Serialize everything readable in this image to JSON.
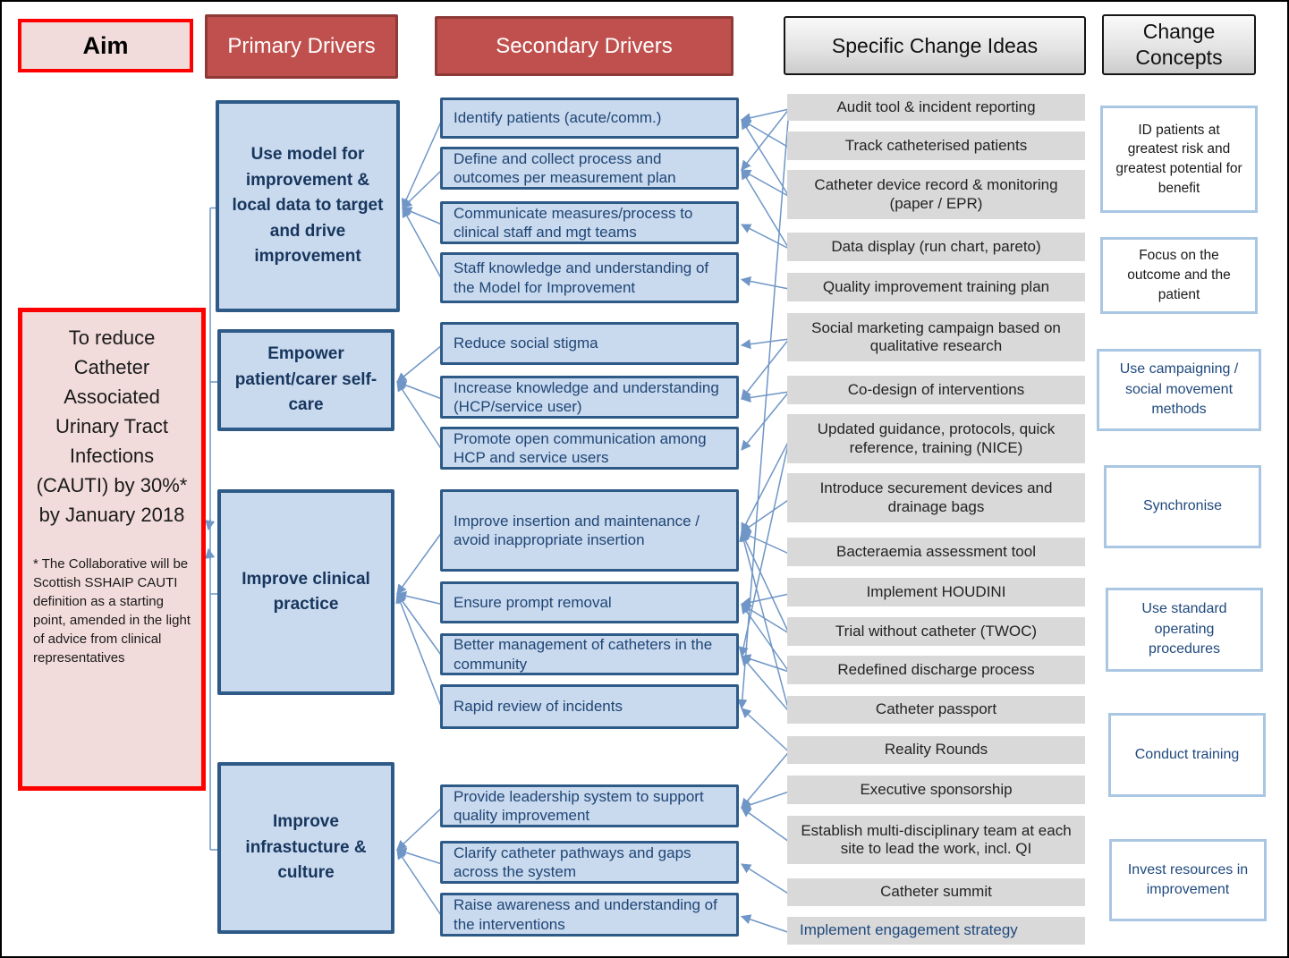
{
  "headers": {
    "aim": "Aim",
    "primary": "Primary Drivers",
    "secondary": "Secondary Drivers",
    "ideas": "Specific Change Ideas",
    "concepts": "Change Concepts"
  },
  "aim": {
    "goal": "To reduce Catheter Associated Urinary Tract Infections (CAUTI) by 30%* by January 2018",
    "footnote": "* The Collaborative will be Scottish SSHAIP CAUTI definition as a starting point, amended in the light of advice from clinical representatives"
  },
  "primary_drivers": [
    {
      "label": "Use model for improvement & local data to target and drive improvement"
    },
    {
      "label": "Empower patient/carer self-care"
    },
    {
      "label": "Improve clinical practice"
    },
    {
      "label": "Improve infrastucture & culture"
    }
  ],
  "secondary_drivers": [
    {
      "label": "Identify patients (acute/comm.)"
    },
    {
      "label": "Define and collect process and outcomes per measurement plan"
    },
    {
      "label": "Communicate measures/process to clinical staff and mgt teams"
    },
    {
      "label": "Staff knowledge and understanding of the Model for Improvement"
    },
    {
      "label": "Reduce social stigma"
    },
    {
      "label": "Increase knowledge and understanding (HCP/service user)"
    },
    {
      "label": "Promote open communication among HCP and service users"
    },
    {
      "label": "Improve insertion and maintenance / avoid inappropriate insertion"
    },
    {
      "label": "Ensure prompt removal"
    },
    {
      "label": "Better management of catheters in the community"
    },
    {
      "label": "Rapid review of incidents"
    },
    {
      "label": "Provide leadership system to support quality improvement"
    },
    {
      "label": "Clarify catheter pathways and gaps across the system"
    },
    {
      "label": "Raise awareness and understanding of the interventions"
    }
  ],
  "change_ideas": [
    {
      "label": "Audit tool & incident reporting"
    },
    {
      "label": "Track catheterised patients"
    },
    {
      "label": "Catheter device record & monitoring (paper / EPR)"
    },
    {
      "label": "Data display (run chart, pareto)"
    },
    {
      "label": "Quality improvement training plan"
    },
    {
      "label": "Social marketing campaign based on qualitative research"
    },
    {
      "label": "Co-design of interventions"
    },
    {
      "label": "Updated guidance, protocols, quick reference, training (NICE)"
    },
    {
      "label": "Introduce securement devices and drainage bags"
    },
    {
      "label": "Bacteraemia assessment tool"
    },
    {
      "label": "Implement HOUDINI"
    },
    {
      "label": "Trial without catheter (TWOC)"
    },
    {
      "label": "Redefined discharge process"
    },
    {
      "label": "Catheter passport"
    },
    {
      "label": "Reality Rounds"
    },
    {
      "label": "Executive sponsorship"
    },
    {
      "label": "Establish multi-disciplinary team at each site to lead the work, incl. QI"
    },
    {
      "label": "Catheter summit"
    },
    {
      "label": "Implement engagement strategy"
    }
  ],
  "change_concepts": [
    {
      "label": "ID patients at greatest risk and greatest potential for benefit"
    },
    {
      "label": "Focus on the outcome and the patient"
    },
    {
      "label": "Use campaigning / social movement methods"
    },
    {
      "label": "Synchronise"
    },
    {
      "label": "Use standard operating procedures"
    },
    {
      "label": "Conduct training"
    },
    {
      "label": "Invest resources in improvement"
    }
  ],
  "colors": {
    "header_red": "#c0504d",
    "header_red_border": "#8e3a37",
    "aim_pink": "#f2dcdb",
    "aim_red_border": "#fe0000",
    "driver_blue_fill": "#c9d9ee",
    "driver_blue_border": "#2e5a88",
    "driver_text_navy": "#1f4675",
    "idea_gray": "#d9d9d9",
    "concept_border_blue": "#a9c6e3",
    "concept_text_navy": "#1f497d",
    "connector_blue": "#6f96c6"
  },
  "connections": {
    "ideas_to_secondary": [
      [
        "ci-0",
        "sd-0"
      ],
      [
        "ci-0",
        "sd-1"
      ],
      [
        "ci-0",
        "sd-10"
      ],
      [
        "ci-1",
        "sd-0"
      ],
      [
        "ci-2",
        "sd-0"
      ],
      [
        "ci-2",
        "sd-1"
      ],
      [
        "ci-3",
        "sd-1"
      ],
      [
        "ci-3",
        "sd-2"
      ],
      [
        "ci-4",
        "sd-3"
      ],
      [
        "ci-5",
        "sd-4"
      ],
      [
        "ci-5",
        "sd-5"
      ],
      [
        "ci-6",
        "sd-5"
      ],
      [
        "ci-6",
        "sd-6"
      ],
      [
        "ci-7",
        "sd-7"
      ],
      [
        "ci-7",
        "sd-9"
      ],
      [
        "ci-8",
        "sd-7"
      ],
      [
        "ci-9",
        "sd-7"
      ],
      [
        "ci-10",
        "sd-8"
      ],
      [
        "ci-11",
        "sd-8"
      ],
      [
        "ci-11",
        "sd-7"
      ],
      [
        "ci-12",
        "sd-8"
      ],
      [
        "ci-12",
        "sd-9"
      ],
      [
        "ci-13",
        "sd-7"
      ],
      [
        "ci-13",
        "sd-9"
      ],
      [
        "ci-14",
        "sd-10"
      ],
      [
        "ci-14",
        "sd-11"
      ],
      [
        "ci-15",
        "sd-11"
      ],
      [
        "ci-16",
        "sd-11"
      ],
      [
        "ci-17",
        "sd-12"
      ],
      [
        "ci-18",
        "sd-13"
      ]
    ],
    "secondary_to_primary": [
      [
        "sd-0",
        "pd-0"
      ],
      [
        "sd-1",
        "pd-0"
      ],
      [
        "sd-2",
        "pd-0"
      ],
      [
        "sd-3",
        "pd-0"
      ],
      [
        "sd-4",
        "pd-1"
      ],
      [
        "sd-5",
        "pd-1"
      ],
      [
        "sd-6",
        "pd-1"
      ],
      [
        "sd-7",
        "pd-2"
      ],
      [
        "sd-8",
        "pd-2"
      ],
      [
        "sd-9",
        "pd-2"
      ],
      [
        "sd-10",
        "pd-2"
      ],
      [
        "sd-11",
        "pd-3"
      ],
      [
        "sd-12",
        "pd-3"
      ],
      [
        "sd-13",
        "pd-3"
      ]
    ],
    "primary_to_aim": [
      "pd-0",
      "pd-1",
      "pd-2",
      "pd-3"
    ]
  }
}
